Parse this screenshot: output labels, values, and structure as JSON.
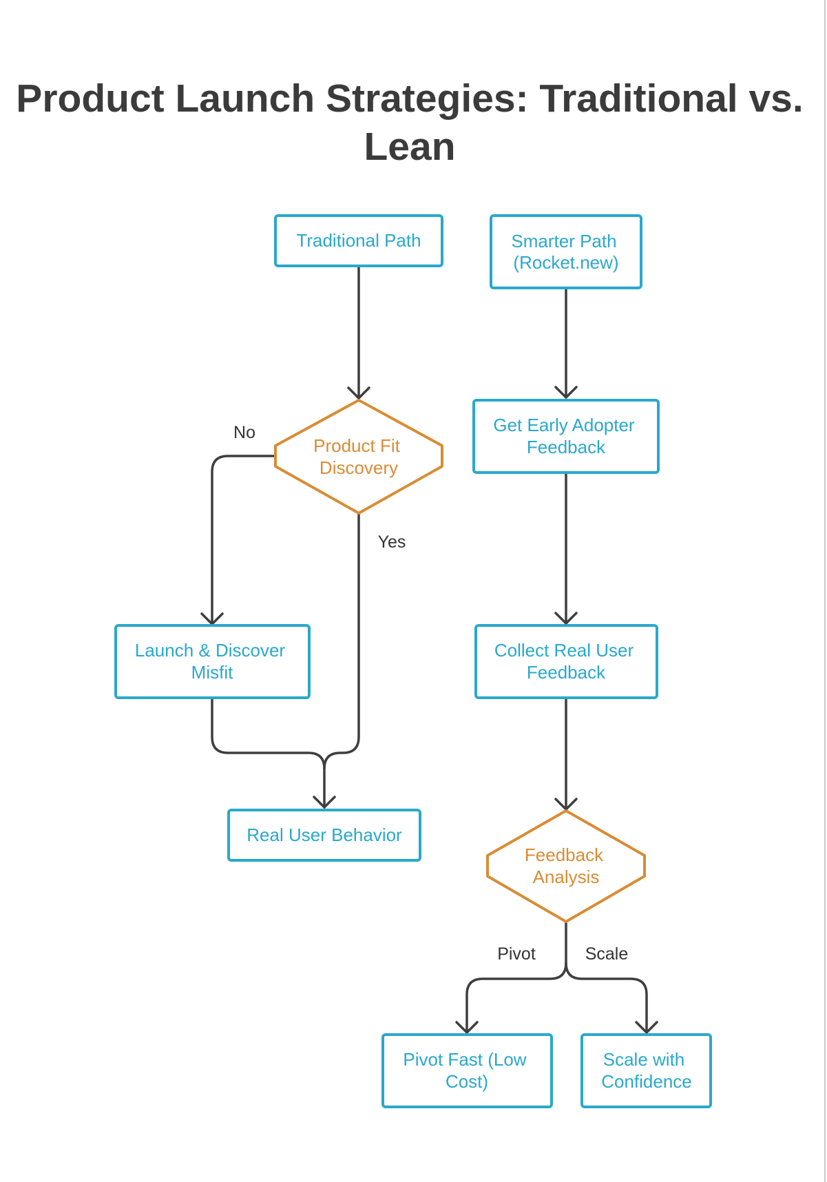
{
  "title": {
    "line1": "Product Launch Strategies: Traditional vs.",
    "line2": "Lean"
  },
  "colors": {
    "process": "#2aa8cc",
    "decision": "#d98c34",
    "edge": "#3e3e3e",
    "title": "#3b3b3b"
  },
  "nodes": {
    "traditional_path": {
      "line1": "Traditional Path"
    },
    "smarter_path": {
      "line1": "Smarter Path",
      "line2": "(Rocket.new)"
    },
    "product_fit": {
      "line1": "Product Fit",
      "line2": "Discovery"
    },
    "early_adopter": {
      "line1": "Get Early Adopter",
      "line2": "Feedback"
    },
    "launch_discover": {
      "line1": "Launch & Discover",
      "line2": "Misfit"
    },
    "collect_feedback": {
      "line1": "Collect Real User",
      "line2": "Feedback"
    },
    "real_user_behavior": {
      "line1": "Real User Behavior"
    },
    "feedback_analysis": {
      "line1": "Feedback",
      "line2": "Analysis"
    },
    "pivot_fast": {
      "line1": "Pivot Fast (Low",
      "line2": "Cost)"
    },
    "scale_confidence": {
      "line1": "Scale with",
      "line2": "Confidence"
    }
  },
  "edge_labels": {
    "no": "No",
    "yes": "Yes",
    "pivot": "Pivot",
    "scale": "Scale"
  }
}
